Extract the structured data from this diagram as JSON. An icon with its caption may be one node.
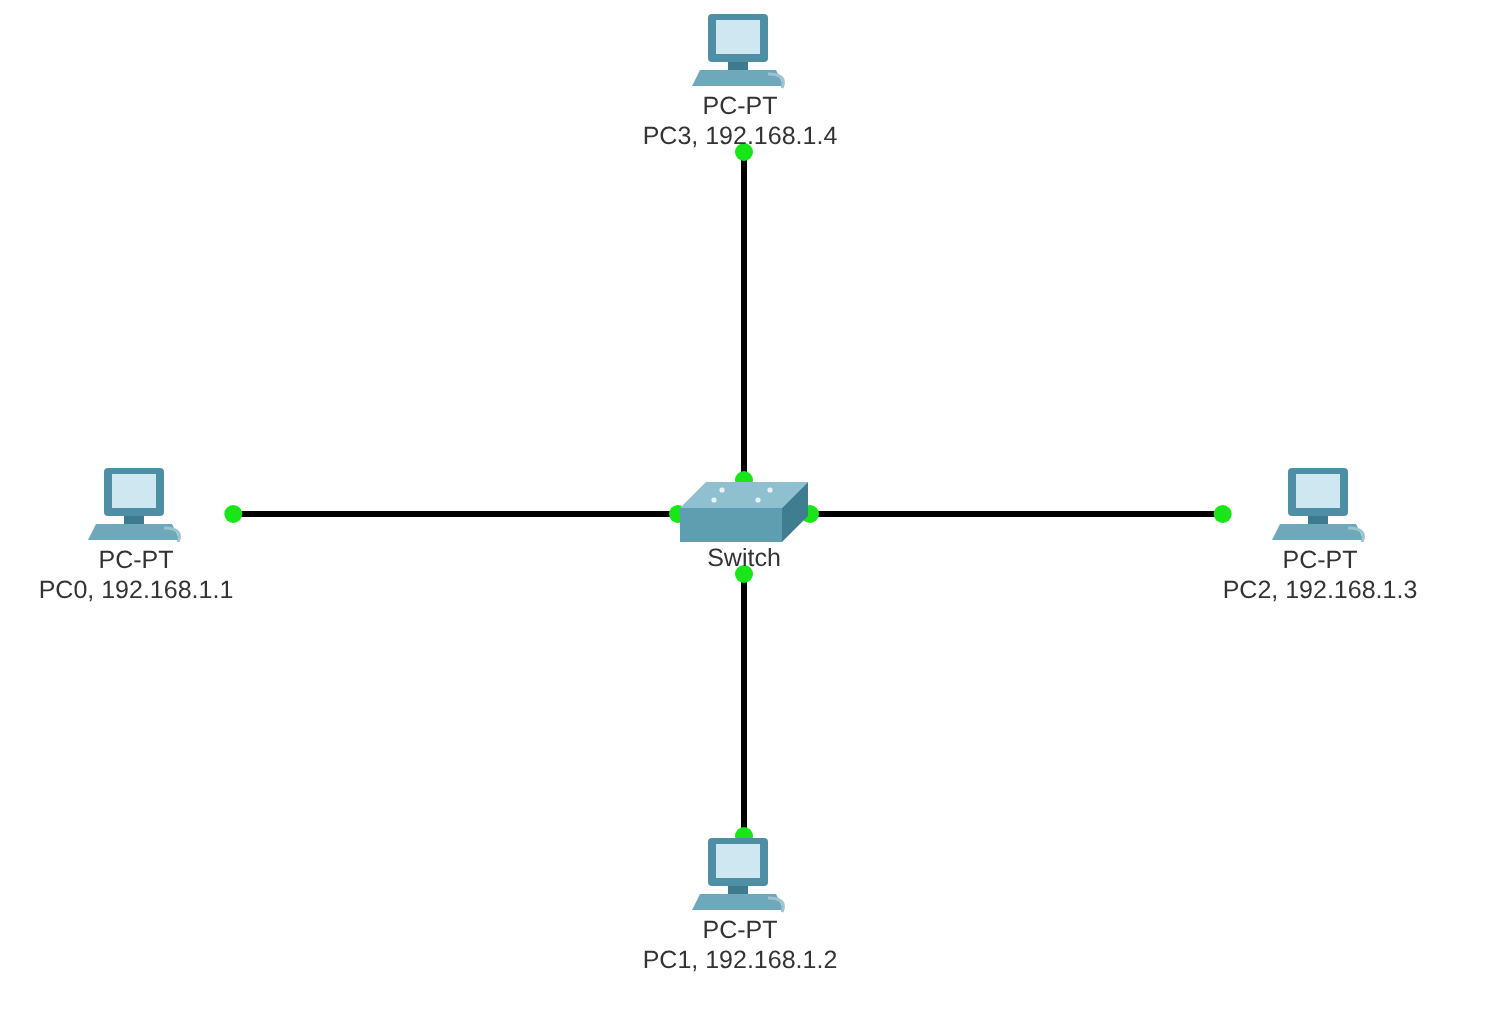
{
  "diagram": {
    "nodes": [
      {
        "text": [
          "PC-PT",
          "PC3, 192.168.1.4"
        ]
      },
      {
        "text": [
          "PC-PT",
          "PC0, 192.168.1.1"
        ]
      },
      {
        "text": [
          "Switch"
        ]
      },
      {
        "text": [
          "PC-PT",
          "PC2, 192.168.1.3"
        ]
      },
      {
        "text": [
          "PC-PT",
          "PC1, 192.168.1.2"
        ]
      }
    ],
    "edges": [
      {
        "from": 2,
        "to": 0,
        "arrow": "other"
      },
      {
        "from": 2,
        "to": 1,
        "arrow": "other"
      },
      {
        "from": 2,
        "to": 3,
        "arrow": "other"
      },
      {
        "from": 2,
        "to": 4,
        "arrow": "other"
      }
    ]
  }
}
